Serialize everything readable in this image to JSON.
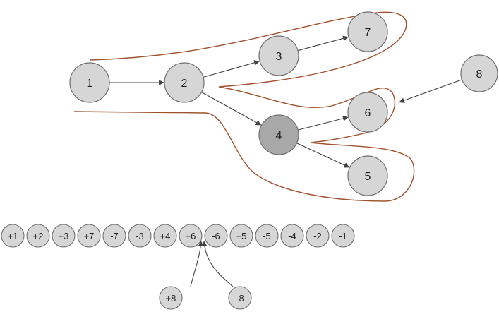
{
  "colors": {
    "node_fill": "#d6d6d6",
    "node_fill_dark": "#a8a8a8",
    "node_stroke": "#6f6f6f",
    "edge": "#404040",
    "contour": "#a0522d",
    "text": "#222222"
  },
  "tree": {
    "nodes": [
      {
        "id": "1",
        "label": "1",
        "shade": "light"
      },
      {
        "id": "2",
        "label": "2",
        "shade": "light"
      },
      {
        "id": "3",
        "label": "3",
        "shade": "light"
      },
      {
        "id": "7",
        "label": "7",
        "shade": "light"
      },
      {
        "id": "4",
        "label": "4",
        "shade": "dark"
      },
      {
        "id": "6",
        "label": "6",
        "shade": "light"
      },
      {
        "id": "5",
        "label": "5",
        "shade": "light"
      },
      {
        "id": "8",
        "label": "8",
        "shade": "light"
      }
    ],
    "edges": [
      {
        "from": "1",
        "to": "2"
      },
      {
        "from": "2",
        "to": "3"
      },
      {
        "from": "3",
        "to": "7"
      },
      {
        "from": "2",
        "to": "4"
      },
      {
        "from": "4",
        "to": "6"
      },
      {
        "from": "4",
        "to": "5"
      },
      {
        "from": "8",
        "to": "insertion-point"
      }
    ]
  },
  "sequence": {
    "items": [
      "+1",
      "+2",
      "+3",
      "+7",
      "-7",
      "-3",
      "+4",
      "+6",
      "-6",
      "+5",
      "-5",
      "-4",
      "-2",
      "-1"
    ],
    "inserts": [
      "+8",
      "-8"
    ]
  }
}
